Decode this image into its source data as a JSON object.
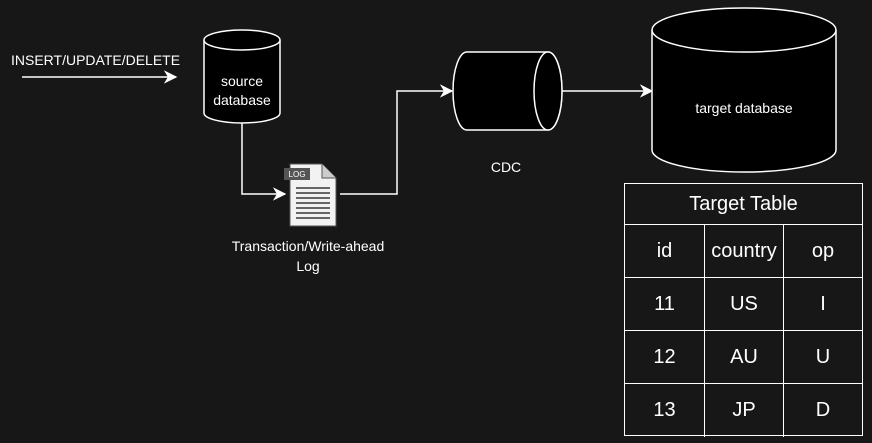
{
  "colors": {
    "background": "#171717",
    "stroke": "#ffffff",
    "shape_fill": "#000000"
  },
  "labels": {
    "operations": "INSERT/UPDATE/DELETE",
    "source_db_line1": "source",
    "source_db_line2": "database",
    "log_icon_tag": "LOG",
    "log_caption_line1": "Transaction/Write-ahead",
    "log_caption_line2": "Log",
    "cdc": "CDC",
    "target_db": "target database"
  },
  "target_table": {
    "title": "Target Table",
    "headers": [
      "id",
      "country",
      "op"
    ],
    "rows": [
      [
        "11",
        "US",
        "I"
      ],
      [
        "12",
        "AU",
        "U"
      ],
      [
        "13",
        "JP",
        "D"
      ]
    ]
  }
}
